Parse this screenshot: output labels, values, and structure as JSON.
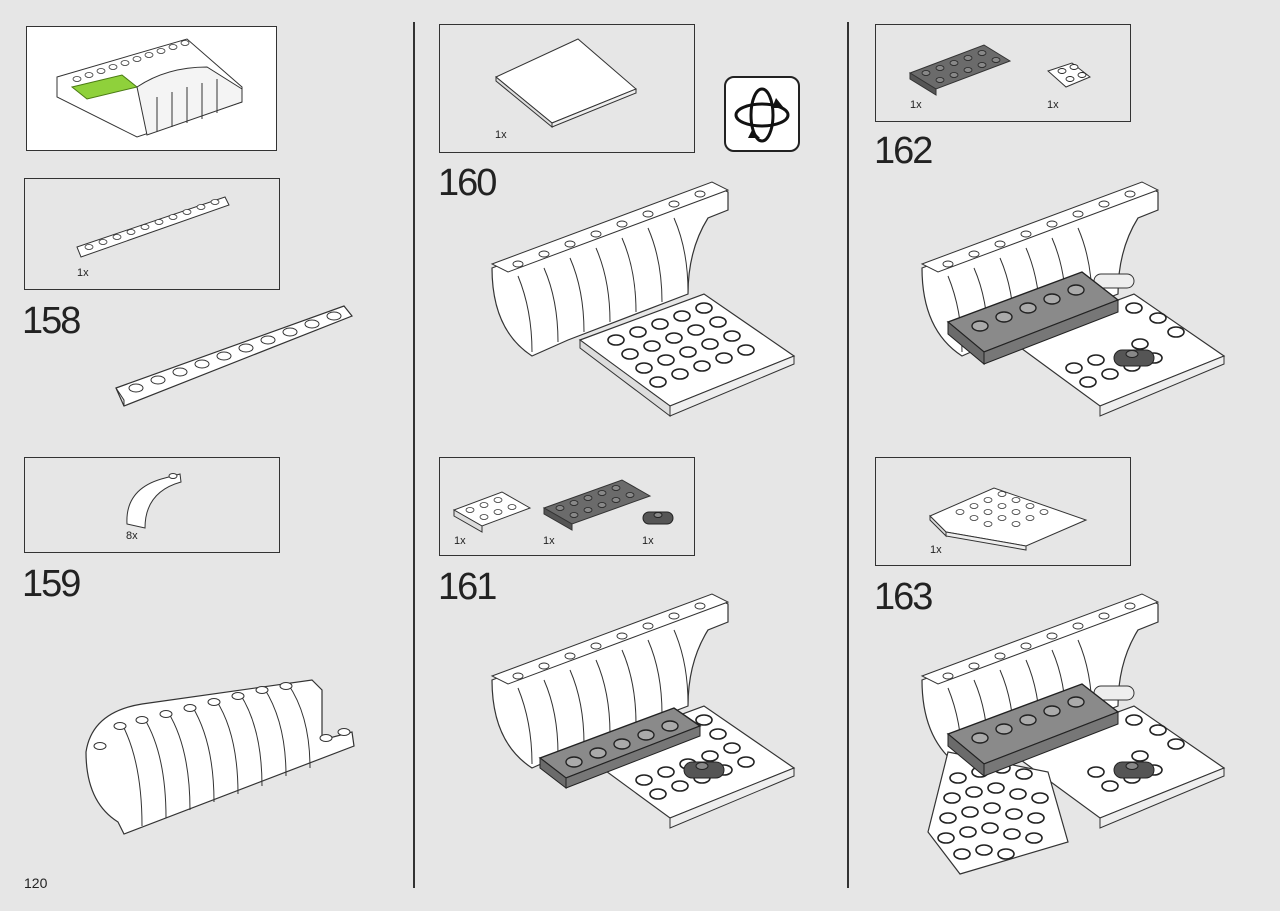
{
  "page_number": "120",
  "colors": {
    "background": "#e6e6e6",
    "highlight": "#8fd13b",
    "part_dark": "#6b6b6b",
    "part_white": "#ffffff"
  },
  "steps": [
    {
      "number": "158",
      "parts": [
        {
          "qty": "1x"
        }
      ]
    },
    {
      "number": "159",
      "parts": [
        {
          "qty": "8x"
        }
      ]
    },
    {
      "number": "160",
      "parts": [
        {
          "qty": "1x"
        }
      ]
    },
    {
      "number": "161",
      "parts": [
        {
          "qty": "1x"
        },
        {
          "qty": "1x"
        },
        {
          "qty": "1x"
        }
      ]
    },
    {
      "number": "162",
      "parts": [
        {
          "qty": "1x"
        },
        {
          "qty": "1x"
        }
      ]
    },
    {
      "number": "163",
      "parts": [
        {
          "qty": "1x"
        }
      ]
    }
  ],
  "icons": {
    "rotate": "rotate-model-icon"
  }
}
